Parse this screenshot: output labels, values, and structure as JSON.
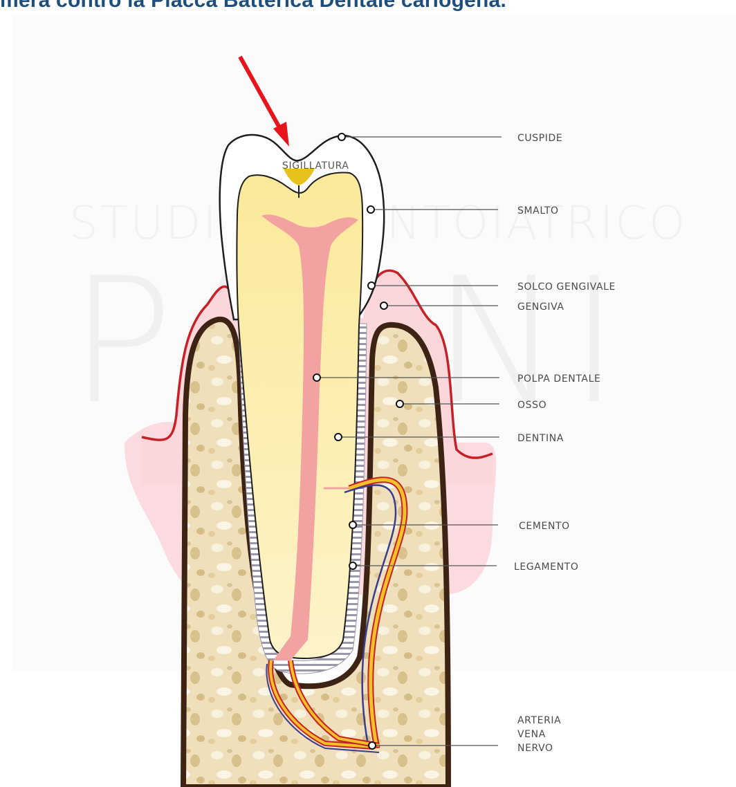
{
  "title": "mera contro la Placca Batterica Dentale cariogena.",
  "watermark": {
    "line1": "STUDIO ODONTOIATRICO",
    "line2": "PAGNI"
  },
  "sealant_label": "SIGILLATURA",
  "labels": {
    "cuspide": "CUSPIDE",
    "smalto": "SMALTO",
    "solco": "SOLCO GENGIVALE",
    "gengiva": "GENGIVA",
    "polpa": "POLPA DENTALE",
    "osso": "OSSO",
    "dentina": "DENTINA",
    "cemento": "CEMENTO",
    "legamento": "LEGAMENTO",
    "arteria": "ARTERIA",
    "vena": "VENA",
    "nervo": "NERVO"
  },
  "colors": {
    "title": "#1e4f7c",
    "arrow": "#e8141b",
    "enamel": "#ffffff",
    "dentin": "#f9eca4",
    "pulp": "#f2a3a1",
    "sealant": "#e7c21d",
    "gum": "#fbd9de",
    "gum_edge": "#c62127",
    "bone": "#efe0bf",
    "bone_cortex": "#3d2313",
    "ligament": "#9a98a8",
    "artery": "#c62127",
    "vein": "#3a3d8f",
    "nerve": "#f2c12a"
  }
}
